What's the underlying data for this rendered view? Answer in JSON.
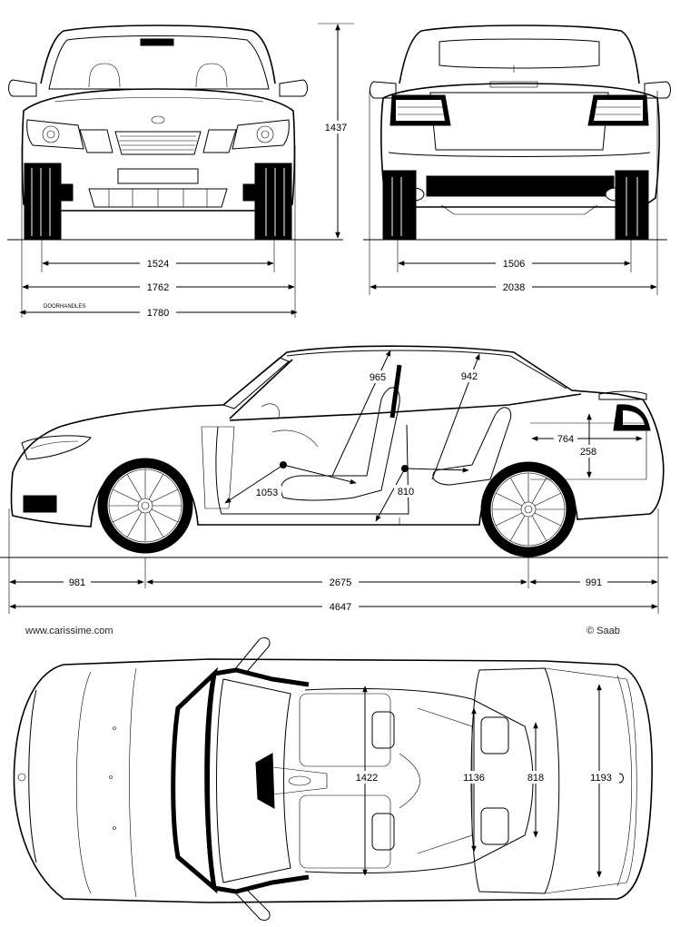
{
  "dimensions": {
    "front_track": "1524",
    "body_width": "1762",
    "door_handles_width": "1780",
    "door_handles_label": "DOORHANDLES",
    "height": "1437",
    "rear_track": "1506",
    "width_mirrors": "2038",
    "headroom_front": "965",
    "headroom_rear": "942",
    "trunk_length": "764",
    "trunk_height": "258",
    "legroom_front": "1053",
    "legroom_rear": "810",
    "front_overhang": "981",
    "wheelbase": "2675",
    "rear_overhang": "991",
    "overall_length": "4647",
    "shoulder_front": "1422",
    "shoulder_rear": "1136",
    "trunk_depth": "818",
    "trunk_width": "1193"
  },
  "credits": {
    "website": "www.carissime.com",
    "copyright": "© Saab"
  }
}
